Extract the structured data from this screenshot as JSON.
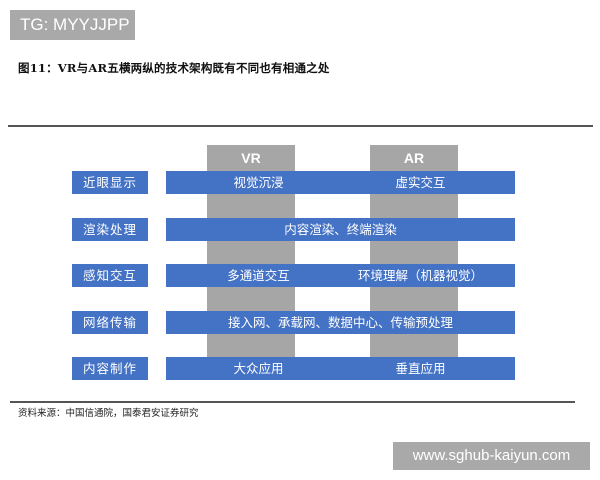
{
  "watermark_top": "TG: MYYJJPP",
  "figure_title": "图11：VR与AR五横两纵的技术架构既有不同也有相通之处",
  "columns": [
    {
      "label": "VR",
      "color": "#a6a6a6"
    },
    {
      "label": "AR",
      "color": "#a6a6a6"
    }
  ],
  "rows": [
    {
      "label": "近眼显示",
      "vr": "视觉沉浸",
      "ar": "虚实交互"
    },
    {
      "label": "渲染处理",
      "shared": "内容渲染、终端渲染"
    },
    {
      "label": "感知交互",
      "vr": "多通道交互",
      "ar": "环境理解（机器视觉）"
    },
    {
      "label": "网络传输",
      "shared": "接入网、承载网、数据中心、传输预处理"
    },
    {
      "label": "内容制作",
      "vr": "大众应用",
      "ar": "垂直应用"
    }
  ],
  "colors": {
    "bar_blue": "#4472c4",
    "column_gray": "#a6a6a6"
  },
  "source": "资料来源：中国信通院，国泰君安证券研究",
  "watermark_bottom": "www.sghub-kaiyun.com"
}
